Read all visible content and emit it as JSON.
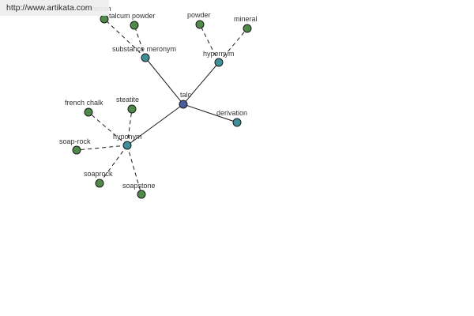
{
  "watermark": "http://www.artikata.com",
  "colors": {
    "root": "#4a5a9a",
    "relation": "#3f8f96",
    "term": "#4f8a4a",
    "edge": "#1a1a1a",
    "label": "#333333"
  },
  "graph": {
    "root": {
      "id": "talc",
      "label": "talc"
    },
    "relations": [
      {
        "id": "substance-meronym",
        "label": "substance meronym",
        "terms": [
          {
            "id": "talcum",
            "label": "talcum"
          },
          {
            "id": "talcum-powder",
            "label": "talcum powder"
          }
        ]
      },
      {
        "id": "hypernym",
        "label": "hypernym",
        "terms": [
          {
            "id": "powder",
            "label": "powder"
          },
          {
            "id": "mineral",
            "label": "mineral"
          }
        ]
      },
      {
        "id": "derivation",
        "label": "derivation",
        "terms": []
      },
      {
        "id": "hyponym",
        "label": "hyponym",
        "terms": [
          {
            "id": "french-chalk",
            "label": "french chalk"
          },
          {
            "id": "steatite",
            "label": "steatite"
          },
          {
            "id": "soap-rock",
            "label": "soap-rock"
          },
          {
            "id": "soaprock",
            "label": "soaprock"
          },
          {
            "id": "soapstone",
            "label": "soapstone"
          }
        ]
      }
    ]
  }
}
